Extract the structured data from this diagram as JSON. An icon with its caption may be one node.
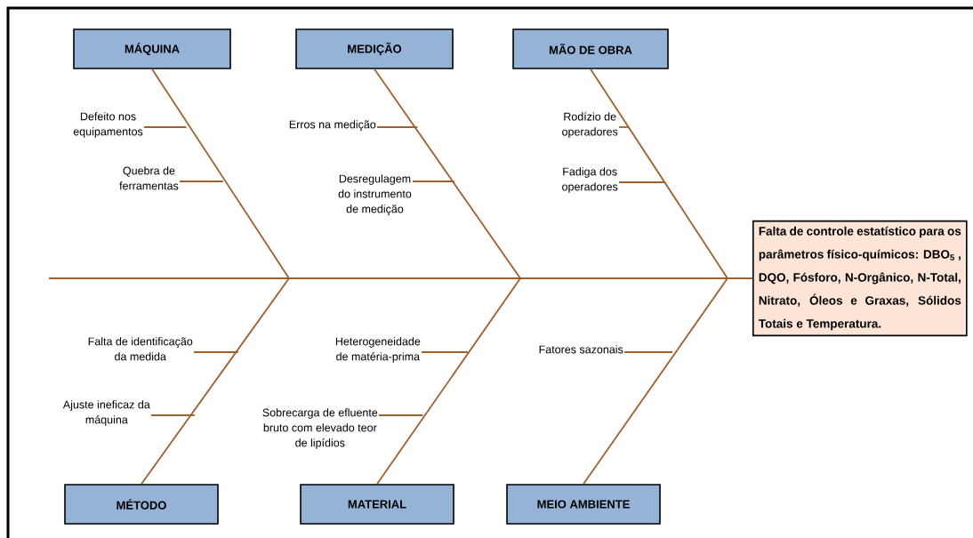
{
  "diagram": {
    "nodes": [
      {
        "text": [
          "MÁQUINA"
        ]
      },
      {
        "text": [
          "MEDIÇÃO"
        ]
      },
      {
        "text": [
          "MÃO DE OBRA"
        ]
      },
      {
        "text": [
          "MÉTODO"
        ]
      },
      {
        "text": [
          "MATERIAL"
        ]
      },
      {
        "text": [
          "MEIO AMBIENTE"
        ]
      },
      {
        "text": [
          "Falta de controle estatístico para os parâmetros físico-químicos: DBO$_{5}$ , DQO, Fósforo, N-Orgânico, N-Total, Nitrato, Óleos e Graxas, Sólidos Totais e Temperatura."
        ]
      },
      {
        "text": [
          "Defeito nos equipamentos"
        ]
      },
      {
        "text": [
          "Quebra de ferramentas"
        ]
      },
      {
        "text": [
          "Erros na medição"
        ]
      },
      {
        "text": [
          "Desregulagem do instrumento de medição"
        ]
      },
      {
        "text": [
          "Rodízio de operadores"
        ]
      },
      {
        "text": [
          "Fadiga dos operadores"
        ]
      },
      {
        "text": [
          "Falta de identificação da medida"
        ]
      },
      {
        "text": [
          "Ajuste ineficaz da máquina"
        ]
      },
      {
        "text": [
          "Heterogeneidade de matéria-prima"
        ]
      },
      {
        "text": [
          "Sobrecarga de efluente bruto com elevado teor de lipídios"
        ]
      },
      {
        "text": [
          "Fatores sazonais"
        ]
      }
    ],
    "edges": [
      {
        "from": null,
        "to": 6,
        "arrow": "none"
      },
      {
        "from": 0,
        "to": 6,
        "arrow": "none"
      },
      {
        "from": 1,
        "to": 6,
        "arrow": "none"
      },
      {
        "from": 2,
        "to": 6,
        "arrow": "none"
      },
      {
        "from": 3,
        "to": 6,
        "arrow": "none"
      },
      {
        "from": 4,
        "to": 6,
        "arrow": "none"
      },
      {
        "from": 5,
        "to": 6,
        "arrow": "none"
      },
      {
        "from": 7,
        "to": null,
        "arrow": "none"
      },
      {
        "from": 8,
        "to": null,
        "arrow": "none"
      },
      {
        "from": 9,
        "to": null,
        "arrow": "none"
      },
      {
        "from": 10,
        "to": null,
        "arrow": "none"
      },
      {
        "from": 11,
        "to": null,
        "arrow": "none"
      },
      {
        "from": 12,
        "to": null,
        "arrow": "none"
      },
      {
        "from": 13,
        "to": null,
        "arrow": "none"
      },
      {
        "from": 14,
        "to": null,
        "arrow": "none"
      },
      {
        "from": 15,
        "to": null,
        "arrow": "none"
      },
      {
        "from": 16,
        "to": null,
        "arrow": "none"
      },
      {
        "from": 17,
        "to": null,
        "arrow": "none"
      }
    ]
  }
}
